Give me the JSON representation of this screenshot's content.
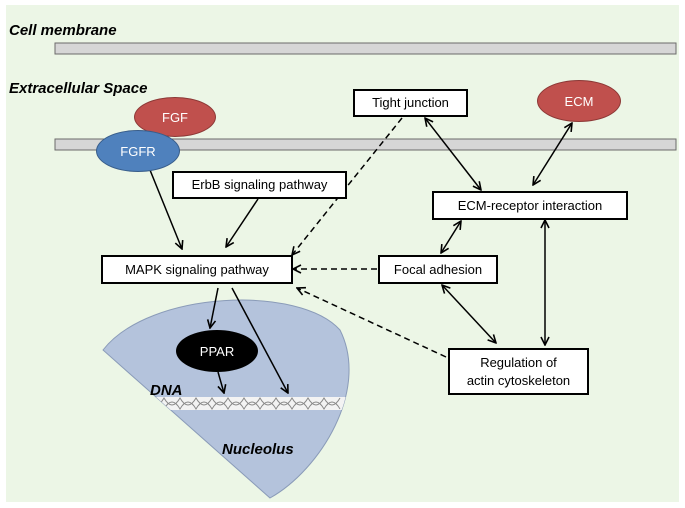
{
  "labels": {
    "cell_membrane": "Cell membrane",
    "extracellular_space": "Extracellular Space",
    "dna": "DNA",
    "nucleolus": "Nucleolus"
  },
  "nodes": {
    "fgf": "FGF",
    "fgfr": "FGFR",
    "ecm": "ECM",
    "ppar": "PPAR",
    "tight_junction": "Tight junction",
    "erbb": "ErbB signaling pathway",
    "ecm_receptor": "ECM-receptor interaction",
    "mapk": "MAPK signaling pathway",
    "focal_adhesion": "Focal adhesion",
    "regulation_line1": "Regulation of",
    "regulation_line2": "actin cytoskeleton"
  },
  "colors": {
    "background": "#ecf6e6",
    "membrane_fill": "#d6d6d6",
    "fgf": "#c0504d",
    "fgfr": "#4f81bd",
    "ecm": "#c0504d",
    "nucleus": "#b4c3dc",
    "ppar": "#000000"
  }
}
